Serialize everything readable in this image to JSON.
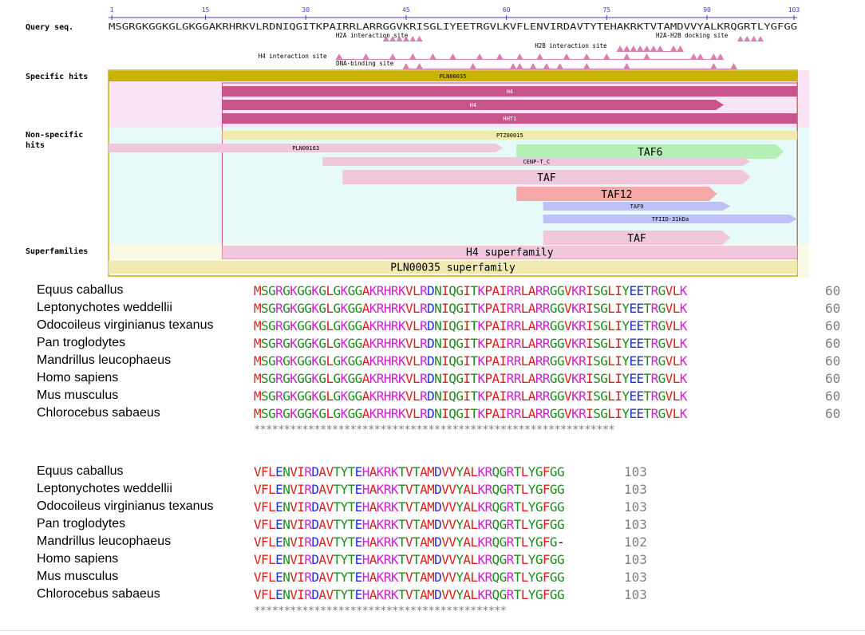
{
  "diagram": {
    "query_label": "Query seq.",
    "ruler_ticks": [
      {
        "label": "1",
        "pos": 1
      },
      {
        "label": "15",
        "pos": 15
      },
      {
        "label": "30",
        "pos": 30
      },
      {
        "label": "45",
        "pos": 45
      },
      {
        "label": "60",
        "pos": 60
      },
      {
        "label": "75",
        "pos": 75
      },
      {
        "label": "90",
        "pos": 90
      },
      {
        "label": "103",
        "pos": 103
      }
    ],
    "query_sequence": "MSGRGKGGKGLGKGGAKRHRKVLRDNIQGITKPAIRRLARRGGVKRISGLIYEETRGVLKVFLENVIRDAVTYTEHAKRKTVTAMDVVYALKRQGRTLYGFGG",
    "sites": [
      {
        "label": "H2A interaction site",
        "residues": [
          42,
          43,
          44,
          45,
          46,
          47
        ]
      },
      {
        "label": "H2B interaction site",
        "residues": [
          77,
          78,
          79,
          80,
          81,
          82,
          83,
          85,
          86
        ]
      },
      {
        "label": "H2A-H2B docking site",
        "residues": [
          95,
          96,
          97,
          98
        ]
      },
      {
        "label": "H4 interaction site",
        "residues": [
          35,
          39,
          43,
          46,
          49,
          52,
          56,
          59,
          62,
          65,
          69,
          72,
          75,
          78,
          81,
          88,
          89,
          91,
          92
        ]
      },
      {
        "label": "DNA-binding site",
        "residues": [
          45,
          47,
          55,
          61,
          62,
          64,
          66,
          68,
          72,
          78,
          91,
          94
        ]
      }
    ],
    "section_labels": {
      "specific": "Specific hits",
      "nonspecific_line1": "Non-specific",
      "nonspecific_line2": "hits",
      "superfamilies": "Superfamilies"
    },
    "specific_hits": [
      {
        "label": "PLN00035",
        "start": 1,
        "end": 103,
        "color": "#c8b400",
        "text_color": "#000000",
        "arrow": false
      },
      {
        "label": "H4",
        "start": 18,
        "end": 103,
        "color": "#c8548c",
        "text_color": "#ffffff",
        "arrow": false
      },
      {
        "label": "H4",
        "start": 18,
        "end": 92,
        "color": "#c8548c",
        "text_color": "#ffffff",
        "arrow": true
      },
      {
        "label": "HHT1",
        "start": 18,
        "end": 103,
        "color": "#c8548c",
        "text_color": "#ffffff",
        "arrow": false
      }
    ],
    "nonspecific_hits": [
      {
        "label": "PTZ00015",
        "start": 18,
        "end": 103,
        "color": "#f0eab0",
        "text_color": "#000000",
        "arrow": false,
        "font": "small"
      },
      {
        "label": "PLN00163",
        "start": 1,
        "end": 59,
        "color": "#f0c8dc",
        "text_color": "#000000",
        "arrow": true,
        "font": "small"
      },
      {
        "label": "TAF6",
        "start": 62,
        "end": 101,
        "color": "#b4f0b4",
        "text_color": "#000000",
        "arrow": true,
        "font": "big"
      },
      {
        "label": "CENP-T_C",
        "start": 33,
        "end": 96,
        "color": "#f0c8dc",
        "text_color": "#000000",
        "arrow": true,
        "font": "small"
      },
      {
        "label": "TAF",
        "start": 36,
        "end": 96,
        "color": "#f0c8dc",
        "text_color": "#000000",
        "arrow": true,
        "font": "big"
      },
      {
        "label": "TAF12",
        "start": 62,
        "end": 91,
        "color": "#f4a8a8",
        "text_color": "#000000",
        "arrow": true,
        "font": "big"
      },
      {
        "label": "TAF9",
        "start": 66,
        "end": 93,
        "color": "#c0c0f8",
        "text_color": "#000000",
        "arrow": true,
        "font": "small"
      },
      {
        "label": "TFIID-31kDa",
        "start": 66,
        "end": 103,
        "color": "#c0c0f8",
        "text_color": "#000000",
        "arrow": true,
        "font": "small"
      },
      {
        "label": "TAF",
        "start": 66,
        "end": 93,
        "color": "#f0c8dc",
        "text_color": "#000000",
        "arrow": true,
        "font": "big"
      }
    ],
    "superfamilies": [
      {
        "label": "H4 superfamily",
        "start": 18,
        "end": 103,
        "color": "#f0c8dc"
      },
      {
        "label": "PLN00035 superfamily",
        "start": 1,
        "end": 103,
        "color": "#f0eab0"
      }
    ],
    "colors": {
      "ruler": "#4040c0",
      "site_marker": "#d880b0",
      "specific_bg": "#fbe4f4",
      "nonspecific_bg": "#e6fafa",
      "superfamily_bg": "#fafae6"
    }
  },
  "species": [
    "Equus caballus",
    "Leptonychotes weddellii",
    "Odocoileus virginianus texanus",
    "Pan troglodytes",
    "Mandrillus leucophaeus",
    "Homo sapiens",
    "Mus musculus",
    "Chlorocebus sabaeus"
  ],
  "alignment_block1": {
    "sequences": [
      "MSGRGKGGKGLGKGGAKRHRKVLRDNIQGITKPAIRRLARRGGVKRISGLIYEETRGVLK",
      "MSGRGKGGKGLGKGGAKRHRKVLRDNIQGITKPAIRRLARRGGVKRISGLIYEETRGVLK",
      "MSGRGKGGKGLGKGGAKRHRKVLRDNIQGITKPAIRRLARRGGVKRISGLIYEETRGVLK",
      "MSGRGKGGKGLGKGGAKRHRKVLRDNIQGITKPAIRRLARRGGVKRISGLIYEETRGVLK",
      "MSGRGKGGKGLGKGGAKRHRKVLRDNIQGITKPAIRRLARRGGVKRISGLIYEETRGVLK",
      "MSGRGKGGKGLGKGGAKRHRKVLRDNIQGITKPAIRRLARRGGVKRISGLIYEETRGVLK",
      "MSGRGKGGKGLGKGGAKRHRKVLRDNIQGITKPAIRRLARRGGVKRISGLIYEETRGVLK",
      "MSGRGKGGKGLGKGGAKRHRKVLRDNIQGITKPAIRRLARRGGVKRISGLIYEETRGVLK"
    ],
    "end_positions": [
      "60",
      "60",
      "60",
      "60",
      "60",
      "60",
      "60",
      "60"
    ],
    "conservation": "************************************************************"
  },
  "alignment_block2": {
    "sequences": [
      "VFLENVIRDAVTYTEHAKRKTVTAMDVVYALKRQGRTLYGFGG",
      "VFLENVIRDAVTYTEHAKRKTVTAMDVVYALKRQGRTLYGFGG",
      "VFLENVIRDAVTYTEHAKRKTVTAMDVVYALKRQGRTLYGFGG",
      "VFLENVIRDAVTYTEHAKRKTVTAMDVVYALKRQGRTLYGFGG",
      "VFLENVIRDAVTYTEHAKRKTVTAMDVVYALKRQGRTLYGFG-",
      "VFLENVIRDAVTYTEHAKRKTVTAMDVVYALKRQGRTLYGFGG",
      "VFLENVIRDAVTYTEHAKRKTVTAMDVVYALKRQGRTLYGFGG",
      "VFLENVIRDAVTYTEHAKRKTVTAMDVVYALKRQGRTLYGFGG"
    ],
    "end_positions": [
      "103",
      "103",
      "103",
      "103",
      "102",
      "103",
      "103",
      "103"
    ],
    "conservation": "******************************************"
  },
  "residue_colors": {
    "red": "#e0201c",
    "blue": "#2030e0",
    "magenta": "#d020d0",
    "green": "#1c8c1c",
    "gap": "#000000"
  }
}
